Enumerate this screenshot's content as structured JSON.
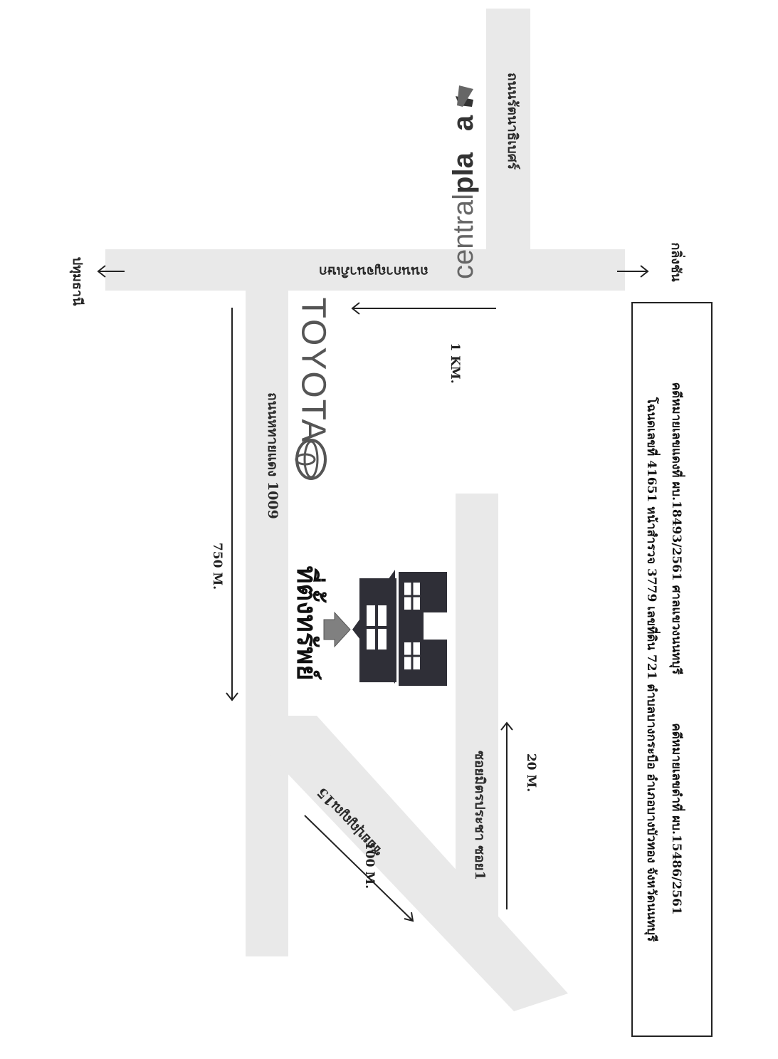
{
  "labels": {
    "location": "ที่ตั้งทรัพย์",
    "road_main": "ถนนกาญจนาภิเษก",
    "road_side": "ถนนหทายแดง 1009",
    "road_ratanathibet": "ถนนรัตนาธิเบศร์",
    "soi_mitrpracha": "ซอยมิตรประชา ซอย1",
    "soi_diagonal": "ซอยปุญญณ15",
    "dir_pathum": "ปทุมธานี",
    "dir_bangyai": "กลิ่งชัน"
  },
  "distances": {
    "d_750": "750 M.",
    "d_1km": "1 KM.",
    "d_20": "20 M.",
    "d_100": "100 M."
  },
  "landmarks": {
    "toyota": "TOYOTA",
    "central_light": "central",
    "central_bold": "pla",
    "central_end": "a"
  },
  "info": {
    "line1": "โฉนดเลขที่ 41651  หน้าสำรวจ 3779  เลขที่ดิน  721  ตำบลบางกระบือ  อำเภอบางบัวทอง  จังหวัดนนทบุรี",
    "line2": "คดีหมายเลขแดงที่ ผบ.18493/2561   ศาลแขวงนนทบุรี",
    "line3": "คดีหมายเลขดำที่ ผบ.15486/2561"
  },
  "colors": {
    "road": "#e9e9e9",
    "house": "#2f2f37",
    "arrow": "#222222"
  }
}
